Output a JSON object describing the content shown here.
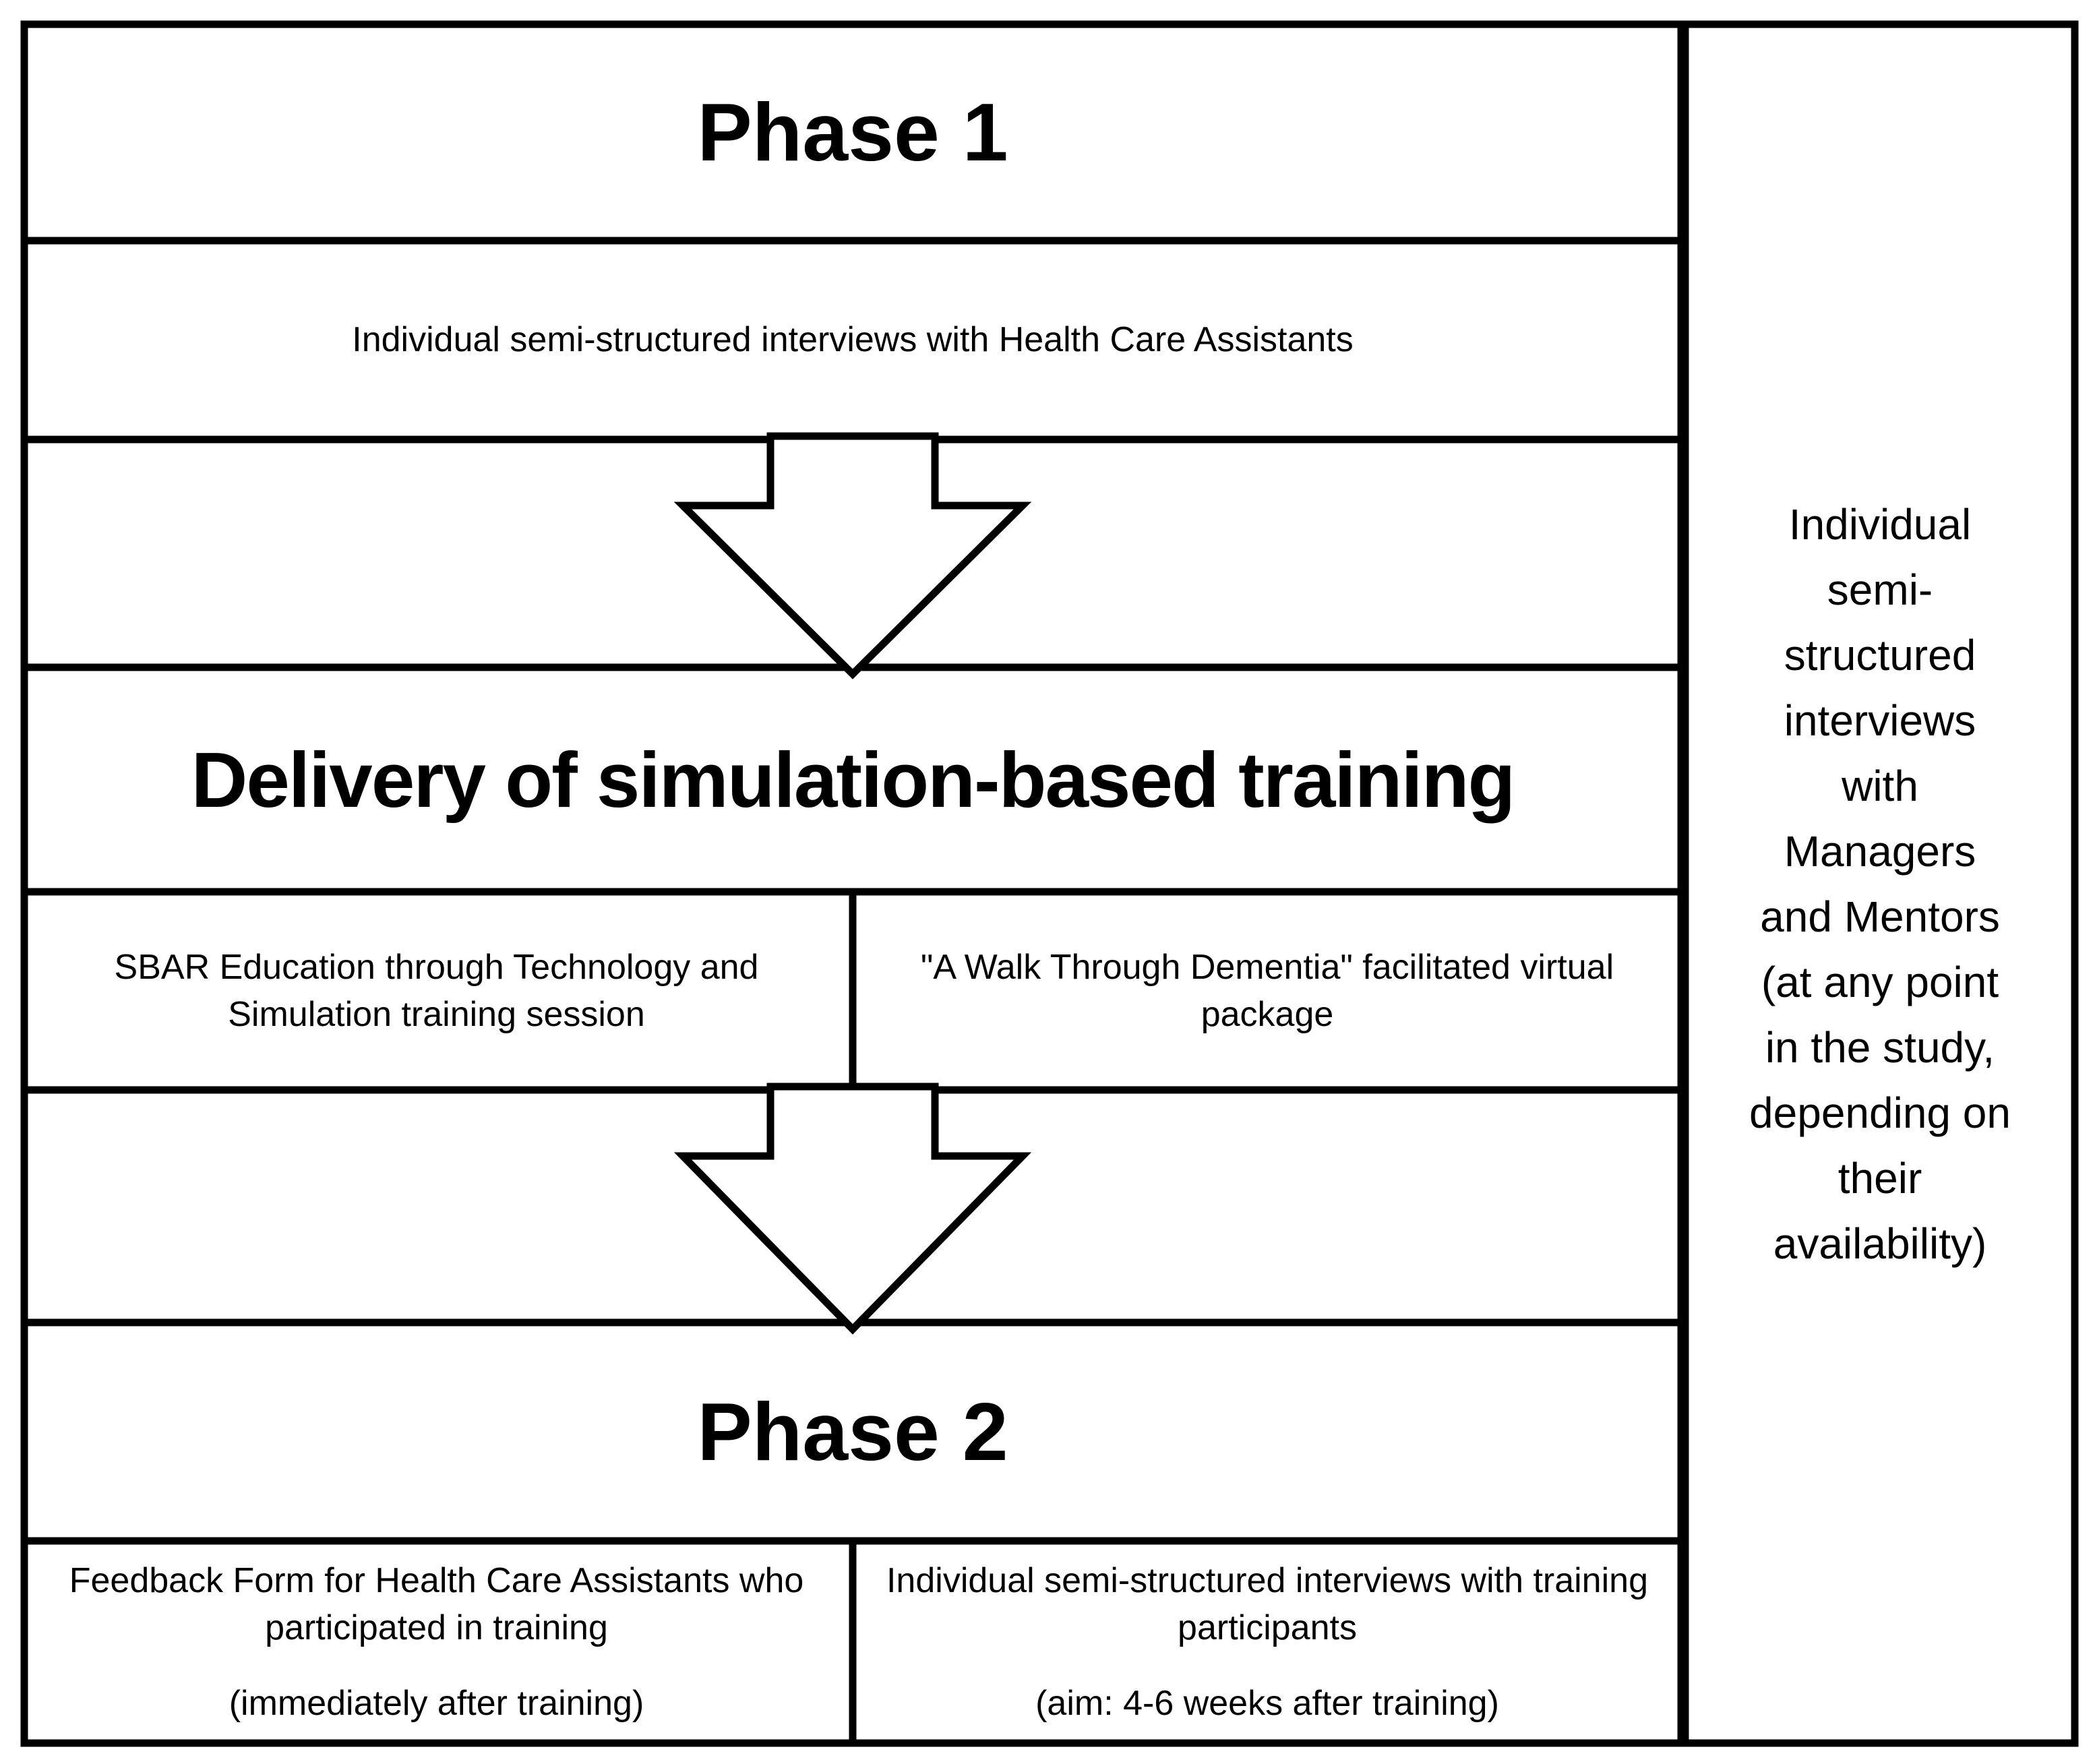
{
  "diagram": {
    "phase1": {
      "title": "Phase 1",
      "subtitle": "Individual semi-structured interviews with Health Care Assistants"
    },
    "delivery": {
      "title": "Delivery of simulation-based training",
      "left_box": "SBAR Education through Technology and Simulation training session",
      "right_box": "\"A Walk Through Dementia\" facilitated virtual package"
    },
    "phase2": {
      "title": "Phase 2",
      "left_main": "Feedback Form for Health Care Assistants who participated in training",
      "left_note": "(immediately after training)",
      "right_main": "Individual semi-structured interviews with training participants",
      "right_note": "(aim: 4-6 weeks after training)"
    },
    "sidebar": "Individual\nsemi-\nstructured\ninterviews\nwith\nManagers\nand Mentors\n(at any point\nin the study,\ndepending on\ntheir\navailability)",
    "colors": {
      "line": "#000000",
      "background": "#ffffff"
    }
  }
}
